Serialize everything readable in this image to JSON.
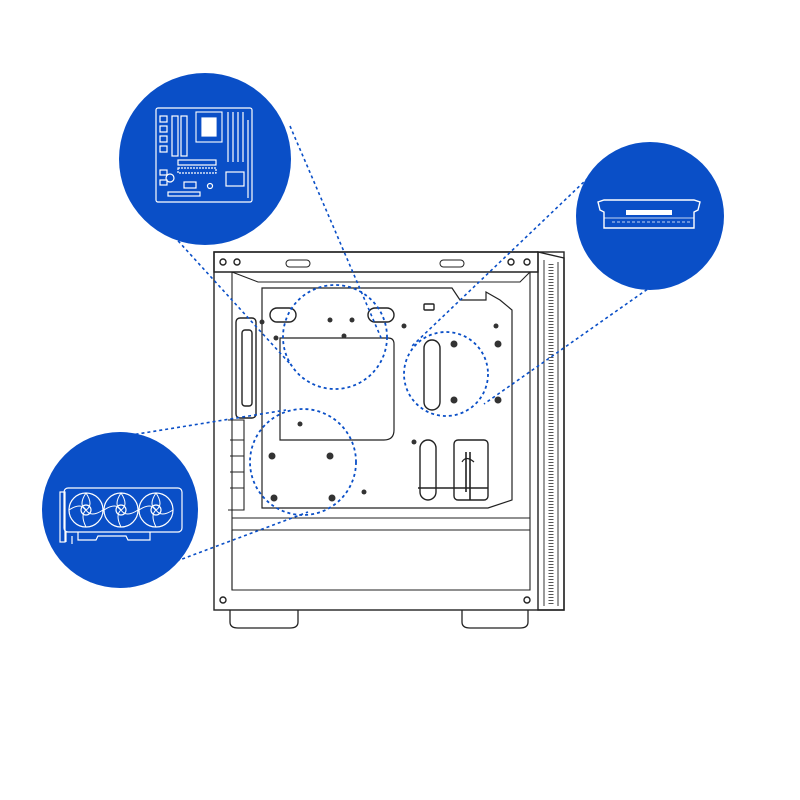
{
  "diagram": {
    "background": "#ffffff",
    "line_color": "#222222",
    "accent": "#0a4fc7",
    "callout_line_color": "#0a4fc7",
    "callout_icon_color": "#ffffff",
    "subject": "pc-case-side-view",
    "callouts": [
      {
        "id": "motherboard",
        "icon": "motherboard-icon"
      },
      {
        "id": "ram",
        "icon": "ram-module-icon"
      },
      {
        "id": "gpu",
        "icon": "graphics-card-icon"
      }
    ],
    "mount_zones": [
      {
        "id": "motherboard-zone",
        "links_to": "motherboard"
      },
      {
        "id": "ram-zone",
        "links_to": "ram"
      },
      {
        "id": "gpu-zone",
        "links_to": "gpu"
      }
    ]
  }
}
